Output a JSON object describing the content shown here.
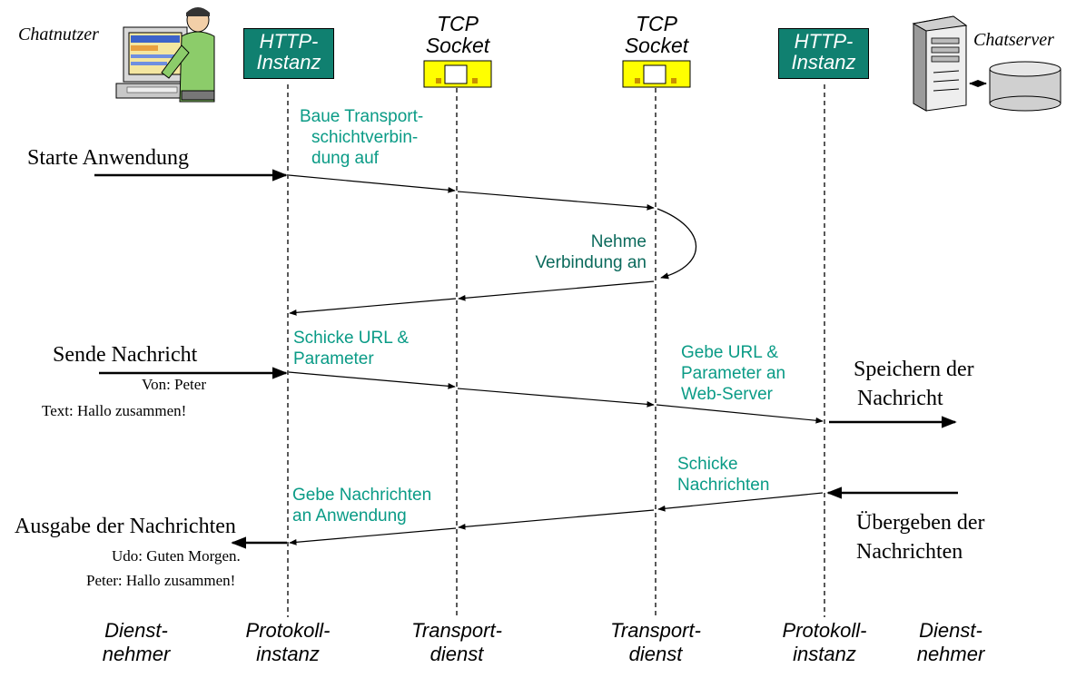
{
  "actors": {
    "client": "Chatnutzer",
    "server": "Chatserver"
  },
  "instances": {
    "http_left": [
      "HTTP-",
      "Instanz"
    ],
    "tcp_left": [
      "TCP",
      "Socket"
    ],
    "tcp_right": [
      "TCP",
      "Socket"
    ],
    "http_right": [
      "HTTP-",
      "Instanz"
    ]
  },
  "bottom_labels": {
    "dienst_left": [
      "Dienst-",
      "nehmer"
    ],
    "protokoll_left": [
      "Protokoll-",
      "instanz"
    ],
    "transport_left": [
      "Transport-",
      "dienst"
    ],
    "transport_right": [
      "Transport-",
      "dienst"
    ],
    "protokoll_right": [
      "Protokoll-",
      "instanz"
    ],
    "dienst_right": [
      "Dienst-",
      "nehmer"
    ]
  },
  "messages": {
    "baue": [
      "Baue Transport-",
      "schichtverbin-",
      "dung auf"
    ],
    "nehme": [
      "Nehme",
      "Verbindung an"
    ],
    "schicke_url": [
      "Schicke URL &",
      "Parameter"
    ],
    "gebe_url": [
      "Gebe URL &",
      "Parameter an",
      "Web-Server"
    ],
    "schicke_nachrichten": [
      "Schicke",
      "Nachrichten"
    ],
    "gebe_nachrichten": [
      "Gebe Nachrichten",
      "an Anwendung"
    ]
  },
  "events": {
    "starte": "Starte Anwendung",
    "sende": "Sende Nachricht",
    "sende_von": "Von: Peter",
    "sende_text": "Text: Hallo zusammen!",
    "speichern": [
      "Speichern der",
      "Nachricht"
    ],
    "uebergeben": [
      "Übergeben der",
      "Nachrichten"
    ],
    "ausgabe": "Ausgabe der Nachrichten",
    "ausgabe_line1": "Udo: Guten Morgen.",
    "ausgabe_line2": "Peter: Hallo zusammen!"
  },
  "colors": {
    "http_box": "#108070",
    "socket_box": "#ffff00",
    "message_text": "#0a9b86",
    "lifeline": "#000000"
  },
  "icons": [
    "computer-user-icon",
    "server-tower-icon",
    "database-icon"
  ]
}
